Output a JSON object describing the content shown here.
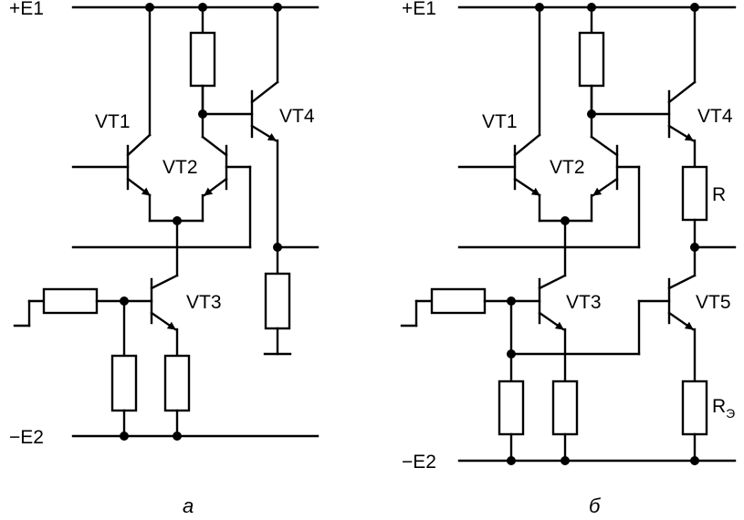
{
  "left_circuit": {
    "supply_positive": "+E1",
    "supply_negative": "−E2",
    "transistors": [
      "VT1",
      "VT2",
      "VT3",
      "VT4"
    ],
    "caption": "а"
  },
  "right_circuit": {
    "supply_positive": "+E1",
    "supply_negative": "−E2",
    "transistors": [
      "VT1",
      "VT2",
      "VT3",
      "VT4",
      "VT5"
    ],
    "resistor_r": "R",
    "resistor_re_main": "R",
    "resistor_re_sub": "Э",
    "caption": "б"
  }
}
